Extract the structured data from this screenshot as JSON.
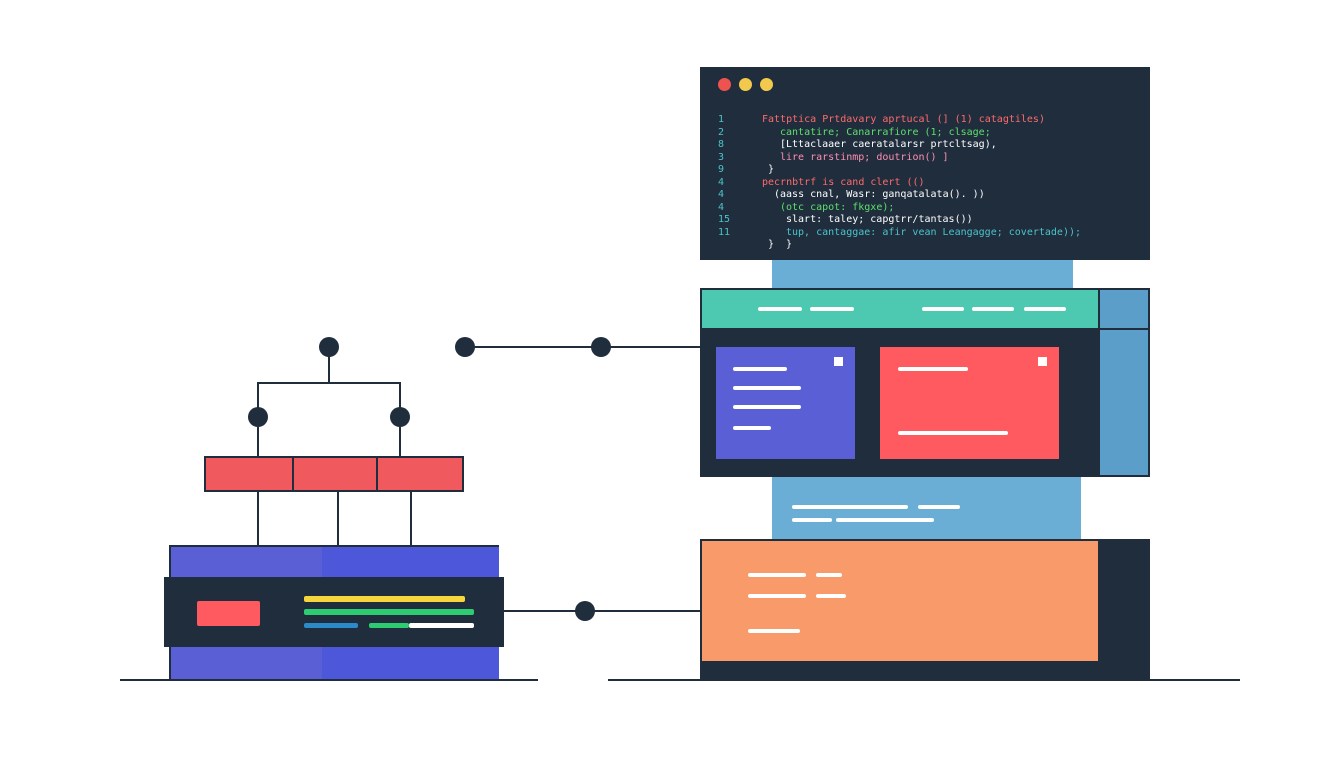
{
  "code_window": {
    "dots": [
      "#ef5350",
      "#f2c94c",
      "#f2c94c"
    ],
    "lines": [
      {
        "num": "1",
        "text": "Fattptica Prtdavary aprtucal (] (1) catagtiles)",
        "color": "#ff6b6b",
        "indent": 0
      },
      {
        "num": "2",
        "text": "cantatire; Canarrafiore (1; clsage;",
        "color": "#5ee06b",
        "indent": 3
      },
      {
        "num": "8",
        "text": "[Lttaclaaer caeratalarsr prtcltsag),",
        "color": "#ffffff",
        "indent": 3
      },
      {
        "num": "3",
        "text": "lire rarstinmp; doutrion() ]",
        "color": "#ff8fb1",
        "indent": 3
      },
      {
        "num": "9",
        "text": "}",
        "color": "#ffffff",
        "indent": 1
      },
      {
        "num": "4",
        "text": "pecrnbtrf is cand clert (()",
        "color": "#ff6b6b",
        "indent": 0
      },
      {
        "num": "4",
        "text": "(aass cnal, Wasr: ganqatalata(). ))",
        "color": "#ffffff",
        "indent": 2
      },
      {
        "num": "4",
        "text": "(otc capot: fkgxe);",
        "color": "#5ee06b",
        "indent": 3
      },
      {
        "num": "15",
        "text": "slart: taley; capgtrr/tantas())",
        "color": "#ffffff",
        "indent": 4
      },
      {
        "num": "11",
        "text": "tup, cantaggae: afir vean Leangagge; covertade));",
        "color": "#4cc3c9",
        "indent": 4
      },
      {
        "num": "",
        "text": "}  }",
        "color": "#ffffff",
        "indent": 1
      }
    ]
  },
  "colors": {
    "navy": "#1f2d3d",
    "teal": "#4cc9b0",
    "steel_blue": "#5b9ec9",
    "light_blue": "#6aaed6",
    "indigo": "#5b5fd6",
    "coral": "#ff5a5f",
    "orange": "#f99a6b",
    "yellow": "#f5d63d",
    "green": "#2ecc71"
  }
}
